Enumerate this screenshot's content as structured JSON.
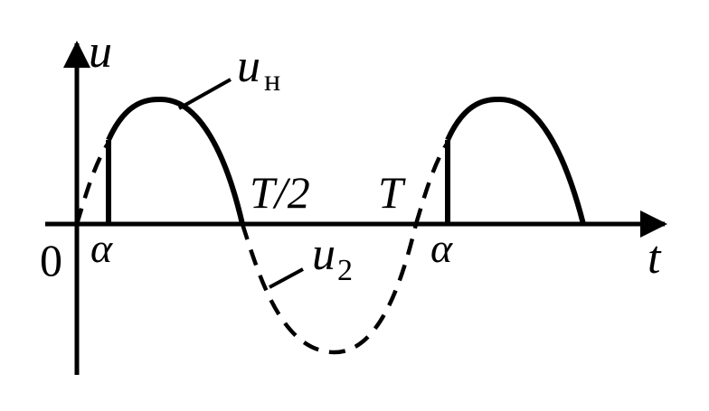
{
  "diagram": {
    "y_axis_label": "u",
    "x_axis_label": "t",
    "origin_label": "0",
    "alpha_label_1": "α",
    "alpha_label_2": "α",
    "half_period_label": "T/2",
    "period_label": "T",
    "load_voltage": {
      "symbol": "u",
      "subscript": "н"
    },
    "source_voltage": {
      "symbol": "u",
      "subscript": "2"
    },
    "colors": {
      "stroke": "#000000",
      "background": "#ffffff"
    }
  }
}
